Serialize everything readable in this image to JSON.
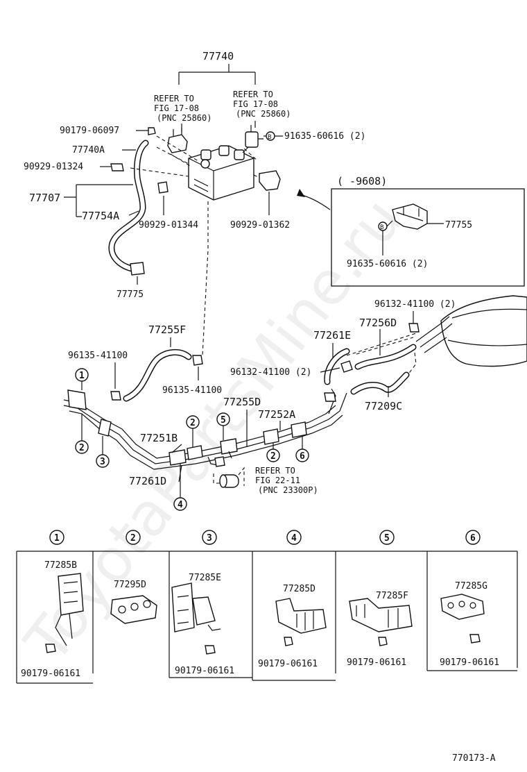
{
  "watermark": "ToyotaPartsMine.ru",
  "callouts": {
    "c77740": "77740",
    "refer_left": [
      "REFER TO",
      "FIG 17-08",
      "(PNC 25860)"
    ],
    "refer_right": [
      "REFER TO",
      "FIG 17-08",
      "(PNC 25860)"
    ],
    "c90179_06097": "90179-06097",
    "c91635_60616_top": "91635-60616 (2)",
    "c77740A": "77740A",
    "c90929_01324": "90929-01324",
    "c77707": "77707",
    "c77754A": "77754A",
    "c90929_01344": "90929-01344",
    "c90929_01362": "90929-01362",
    "c77775": "77775",
    "inset_range": "(      -9608)",
    "c77755": "77755",
    "c91635_60616_inset": "91635-60616 (2)",
    "c96132_41100_right": "96132-41100 (2)",
    "c77256D": "77256D",
    "c77261E": "77261E",
    "c77255F": "77255F",
    "c96135_41100_left": "96135-41100",
    "c96135_41100_mid": "96135-41100",
    "c96132_41100_mid": "96132-41100 (2)",
    "c77209C": "77209C",
    "c77255D": "77255D",
    "c77252A": "77252A",
    "c77251B": "77251B",
    "c77261D": "77261D",
    "refer_bottom": [
      "REFER TO",
      "FIG 22-11",
      "(PNC 23300P)"
    ]
  },
  "markers": [
    "1",
    "2",
    "3",
    "4",
    "5",
    "6"
  ],
  "legend": [
    {
      "num": "1",
      "parts": [
        "77285B",
        "90179-06161"
      ]
    },
    {
      "num": "2",
      "parts": [
        "77295D"
      ]
    },
    {
      "num": "3",
      "parts": [
        "77285E",
        "90179-06161"
      ]
    },
    {
      "num": "4",
      "parts": [
        "77285D",
        "90179-06161"
      ]
    },
    {
      "num": "5",
      "parts": [
        "77285F",
        "90179-06161"
      ]
    },
    {
      "num": "6",
      "parts": [
        "77285G",
        "90179-06161"
      ]
    }
  ],
  "figure_id": "770173-A"
}
